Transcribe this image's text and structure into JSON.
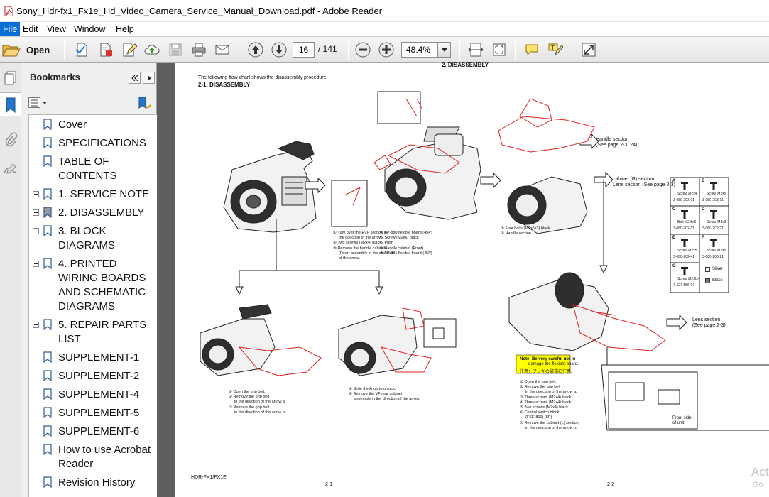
{
  "window": {
    "title": "Sony_Hdr-fx1_Fx1e_Hd_Video_Camera_Service_Manual_Download.pdf - Adobe Reader"
  },
  "menu": [
    "File",
    "Edit",
    "View",
    "Window",
    "Help"
  ],
  "toolbar": {
    "open_label": "Open",
    "page_current": "16",
    "page_total": "/ 141",
    "zoom": "48.4%"
  },
  "bookmarks": {
    "title": "Bookmarks",
    "items": [
      {
        "label": "Cover",
        "expandable": false
      },
      {
        "label": "SPECIFICATIONS",
        "expandable": false
      },
      {
        "label": "TABLE OF CONTENTS",
        "expandable": false
      },
      {
        "label": "1. SERVICE NOTE",
        "expandable": true
      },
      {
        "label": "2. DISASSEMBLY",
        "expandable": true
      },
      {
        "label": "3. BLOCK DIAGRAMS",
        "expandable": true
      },
      {
        "label": "4. PRINTED WIRING BOARDS AND SCHEMATIC DIAGRAMS",
        "expandable": true
      },
      {
        "label": "5. REPAIR PARTS LIST",
        "expandable": true
      },
      {
        "label": "SUPPLEMENT-1",
        "expandable": false
      },
      {
        "label": "SUPPLEMENT-2",
        "expandable": false
      },
      {
        "label": "SUPPLEMENT-4",
        "expandable": false
      },
      {
        "label": "SUPPLEMENT-5",
        "expandable": false
      },
      {
        "label": "SUPPLEMENT-6",
        "expandable": false
      },
      {
        "label": "How to use Acrobat Reader",
        "expandable": false
      },
      {
        "label": "Revision History",
        "expandable": false
      }
    ]
  },
  "document": {
    "header": "2. DISASSEMBLY",
    "intro": "The following flow chart shows the disassembly procedure.",
    "section": "2-1.  DISASSEMBLY",
    "footer_model": "HDR-FX1/FX1E",
    "page_left": "2-1",
    "page_right": "2-2",
    "handle_section": "Handle section",
    "handle_ref": "(See page 2-3, 24)",
    "cabinet_a": "cabinet (R) section,",
    "cabinet_a2": "Lens section (See page 2-3)",
    "lens_section": "Lens section",
    "lens_ref": "(See page 2-3)",
    "note1": "Note: Be very careful not to",
    "note2": "damage the flexible board.",
    "note3": "注意：フレキの破損に注意。",
    "frontside": "Front side",
    "ofunit": "of unit",
    "silver": "Silver",
    "black": "Black",
    "steps1": [
      "① Turn over the EVF section in",
      "the direction of the arrow.",
      "② Two screws (M2x4) black",
      "③ Remove the handle cabinet",
      "(Rear) assembly in the direction",
      "of the arrow."
    ],
    "steps1b": [
      "④ FP-880 flexible board (45P)",
      "⑤ Screw (M2x6) black",
      "⑥ Push",
      "⑦ Handle cabinet (Front)",
      "⑧ FP-881 flexible board (45P)"
    ],
    "steps2": [
      "① Four bolts (M2x5x3) black",
      "② Handle section"
    ],
    "steps3": [
      "① Open the grip belt.",
      "② Remove the grip belt",
      "in the direction of the arrow a.",
      "③ Remove the grip belt",
      "in the direction of the arrow b."
    ],
    "steps4": [
      "① Slide the knob to unlock.",
      "② Remove the VF rear cabinet",
      "assembly in the direction of the arrow."
    ],
    "steps5": [
      "① Open the grip belt.",
      "② Remove the grip belt",
      "in the direction of the arrow a.",
      "③ Three screws (M2x4) black",
      "④ Three screws (M2x4) black",
      "⑤ Two screws (M2x4) black",
      "⑥ Control switch block",
      "(FSE-810) (8P)",
      "⑦ Remove the cabinet (L) section",
      "in the direction of the arrow b."
    ],
    "screws": [
      {
        "k": "A",
        "name": "Screw M2x4",
        "pn": "3-080-203-01"
      },
      {
        "k": "B",
        "name": "Screw M2x5",
        "pn": "3-080-203-11"
      },
      {
        "k": "C",
        "name": "Bolt M2.5x6",
        "pn": "3-080-202-11"
      },
      {
        "k": "D",
        "name": "Screw M2x3",
        "pn": "3-080-202-21"
      },
      {
        "k": "E",
        "name": "Screw M2x5",
        "pn": "3-080-202-41"
      },
      {
        "k": "F",
        "name": "Screw M2x5",
        "pn": "3-080-206-21"
      },
      {
        "k": "G",
        "name": "Screw M2.6x4",
        "pn": "7-627-556-07"
      }
    ]
  },
  "watermark": {
    "line1": "Act",
    "line2": "Go"
  },
  "colors": {
    "accent": "#0a6fd4",
    "diagram_red": "#e02020",
    "doc_bg": "#5f5f5f"
  }
}
